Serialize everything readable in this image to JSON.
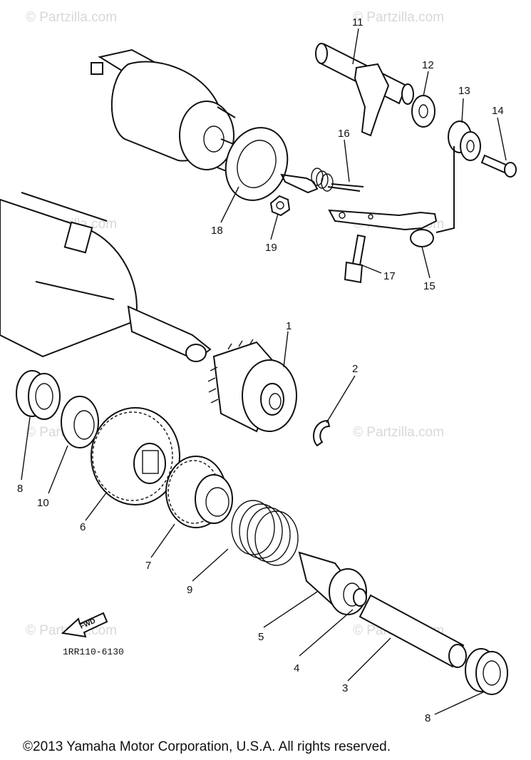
{
  "watermark": "© Partzilla.com",
  "copyright": "©2013  Yamaha Motor Corporation, U.S.A. All rights reserved.",
  "diagram_code": "1RR110-6130",
  "fwd_label": "FWD",
  "callouts": {
    "p1": "1",
    "p2": "2",
    "p3": "3",
    "p4": "4",
    "p5": "5",
    "p6": "6",
    "p7": "7",
    "p8a": "8",
    "p8b": "8",
    "p9": "9",
    "p10": "10",
    "p11": "11",
    "p12": "12",
    "p13": "13",
    "p14": "14",
    "p15": "15",
    "p16": "16",
    "p17": "17",
    "p18": "18",
    "p19": "19"
  }
}
